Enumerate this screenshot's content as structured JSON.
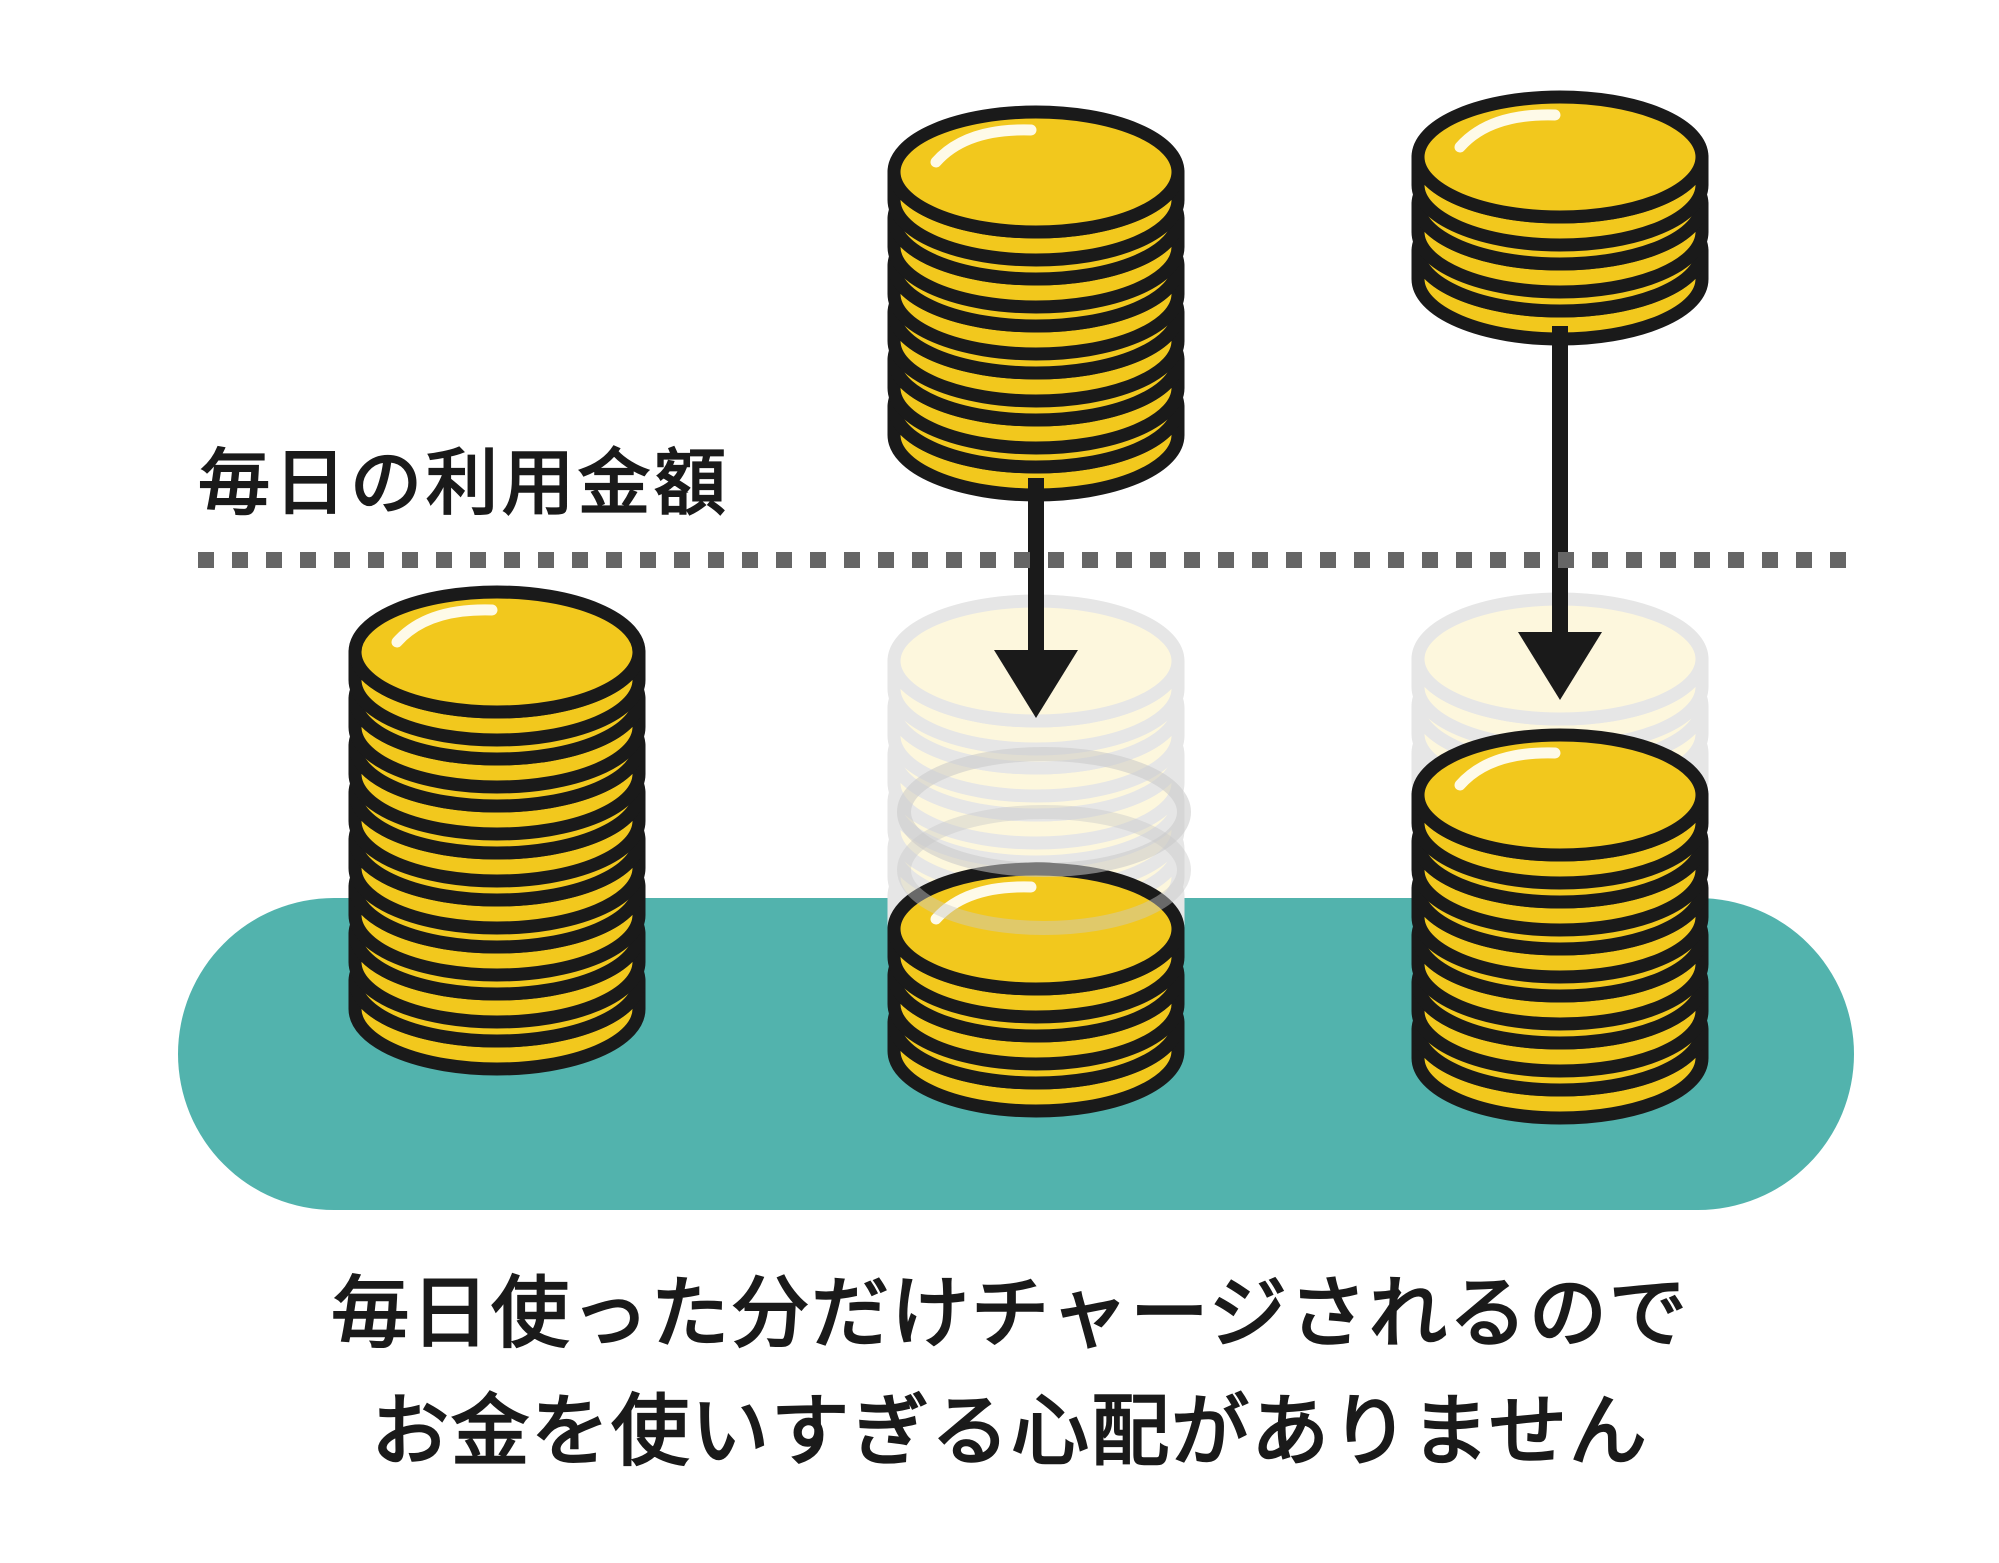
{
  "threshold_label": "毎日の利用金額",
  "caption": {
    "line1": "毎日使った分だけチャージされるので",
    "line2": "お金を使いすぎる心配がありません"
  },
  "colors": {
    "coin_fill": "#f2c81d",
    "coin_outline": "#1a1a1a",
    "platform": "#52b3ad",
    "threshold_line": "#666666",
    "ghost_coin_fill": "#fdf7dd",
    "ghost_coin_outline": "#e6e6e6"
  },
  "stacks": [
    {
      "name": "full-stack",
      "coins_on_platform": 8,
      "coins_incoming": 0,
      "ghost_coins": 0
    },
    {
      "name": "half-stack",
      "coins_on_platform": 3,
      "coins_incoming": 6,
      "ghost_coins": 6
    },
    {
      "name": "partial-stack",
      "coins_on_platform": 6,
      "coins_incoming": 3,
      "ghost_coins": 3
    }
  ],
  "icons": [
    "coin-icon",
    "down-arrow-icon",
    "ghost-coin-icon"
  ]
}
